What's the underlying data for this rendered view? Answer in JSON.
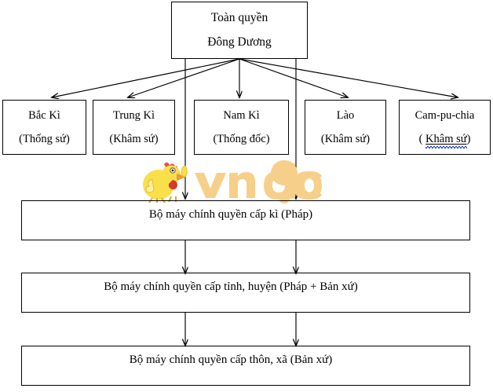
{
  "diagram": {
    "title_box": {
      "line1": "Toàn quyền",
      "line2": "Đông Dương"
    },
    "regions": [
      {
        "name": "Bắc Kì",
        "official": "(Thống sứ)"
      },
      {
        "name": "Trung Kì",
        "official": "(Khâm sứ)"
      },
      {
        "name": "Nam Kì",
        "official": "(Thống đốc)"
      },
      {
        "name": "Lào",
        "official": "(Khâm sứ)"
      },
      {
        "name": "Cam-pu-chia",
        "official_prefix": "( ",
        "official_underlined": "Khâm sứ",
        "official_suffix": ")"
      }
    ],
    "levels": [
      {
        "label": "Bộ máy chính quyền cấp kì (Pháp)"
      },
      {
        "label": "Bộ máy chính quyền cấp tỉnh, huyện (Pháp + Bản xứ)"
      },
      {
        "label": "Bộ máy chính quyền cấp thôn, xã (Bản xứ)"
      }
    ],
    "watermark": {
      "text": "vndoc",
      "mascot": "chick-mascot-icon",
      "color": "#f6d08a"
    },
    "colors": {
      "stroke": "#000000",
      "background": "#ffffff",
      "spellcheck_squiggle": "#1a3fd0",
      "watermark": "#f6d08a"
    }
  }
}
